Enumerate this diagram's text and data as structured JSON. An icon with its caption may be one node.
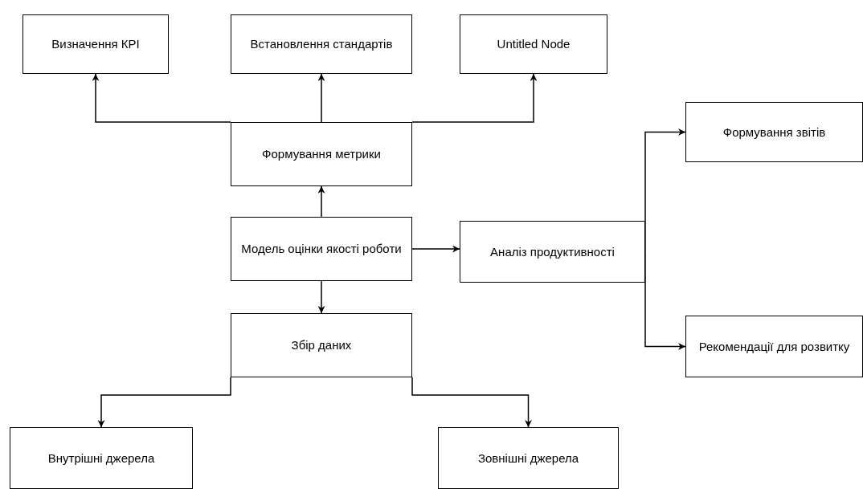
{
  "diagram": {
    "nodes": [
      {
        "text": [
          "Визначення КРІ"
        ]
      },
      {
        "text": [
          "Встановлення стандартів"
        ]
      },
      {
        "text": [
          "Untitled Node"
        ]
      },
      {
        "text": [
          "Формування метрики"
        ]
      },
      {
        "text": [
          "Модель оцінки якості роботи"
        ]
      },
      {
        "text": [
          "Аналіз продуктивності"
        ]
      },
      {
        "text": [
          "Формування звітів"
        ]
      },
      {
        "text": [
          "Збір даних"
        ]
      },
      {
        "text": [
          "Рекомендації для розвитку"
        ]
      },
      {
        "text": [
          "Внутрішні джерела"
        ]
      },
      {
        "text": [
          "Зовнішні джерела"
        ]
      }
    ],
    "edges": [
      {
        "from": 3,
        "to": 0,
        "arrow": "to"
      },
      {
        "from": 3,
        "to": 1,
        "arrow": "to"
      },
      {
        "from": 3,
        "to": 2,
        "arrow": "to"
      },
      {
        "from": 4,
        "to": 3,
        "arrow": "to"
      },
      {
        "from": 4,
        "to": 5,
        "arrow": "to"
      },
      {
        "from": 4,
        "to": 7,
        "arrow": "to"
      },
      {
        "from": 5,
        "to": 6,
        "arrow": "to"
      },
      {
        "from": 5,
        "to": 8,
        "arrow": "to"
      },
      {
        "from": 7,
        "to": 9,
        "arrow": "to"
      },
      {
        "from": 7,
        "to": 10,
        "arrow": "to"
      }
    ]
  }
}
